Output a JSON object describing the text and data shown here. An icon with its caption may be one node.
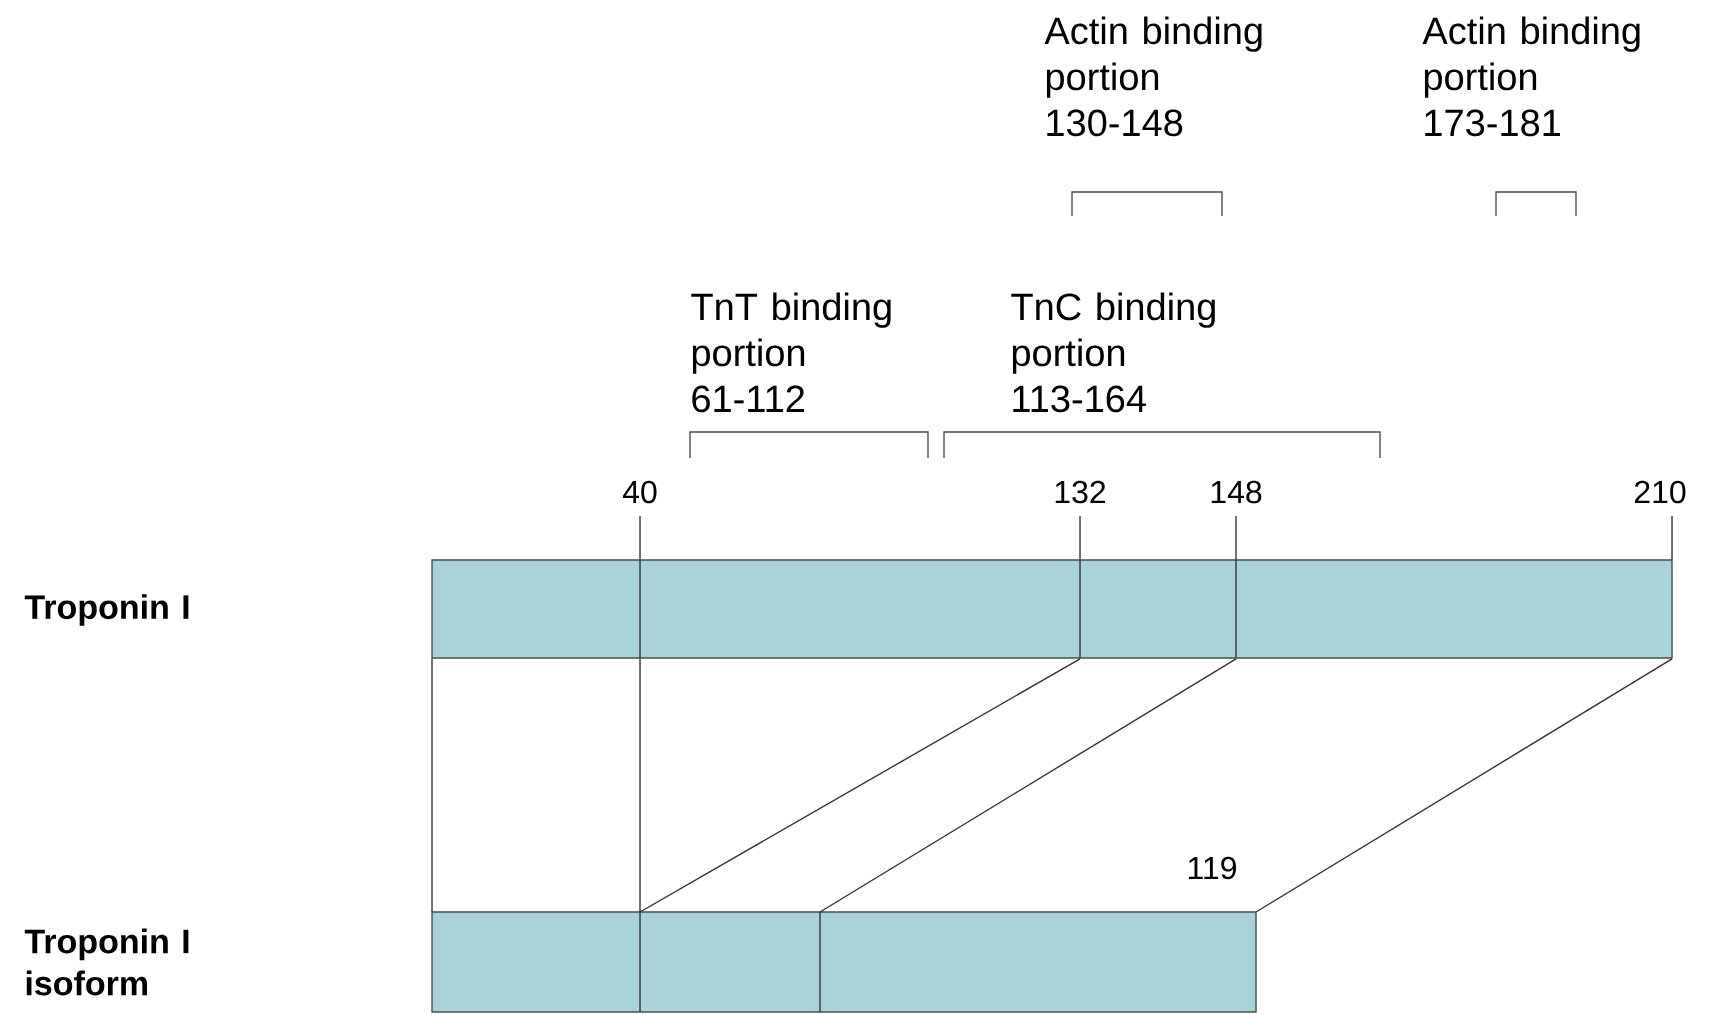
{
  "diagram": {
    "nodes": [
      {
        "text": [],
        "shape": "bar"
      },
      {
        "text": [],
        "shape": "bar"
      }
    ],
    "edges": [
      {
        "from": 0,
        "to": 1,
        "arrow": "none"
      },
      {
        "from": 0,
        "to": 1,
        "arrow": "none"
      },
      {
        "from": 0,
        "to": 1,
        "arrow": "none"
      },
      {
        "from": 0,
        "to": 1,
        "arrow": "none"
      },
      {
        "from": 0,
        "to": 1,
        "arrow": "none"
      }
    ],
    "labels": [
      "Actin binding portion 130-148",
      "Actin binding portion 173-181",
      "TnT binding portion 61-112",
      "TnC binding portion 113-164",
      "40",
      "132",
      "148",
      "210",
      "Troponin I",
      "119",
      "Troponin I isoform"
    ]
  }
}
